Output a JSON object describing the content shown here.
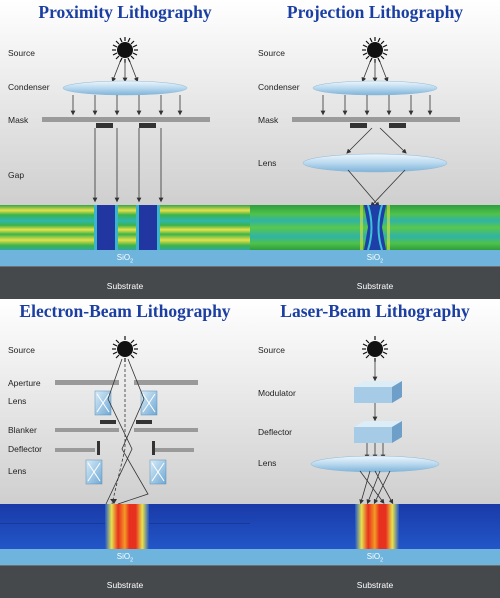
{
  "panels": {
    "proximity": {
      "title": "Proximity Lithography",
      "labels": {
        "source": "Source",
        "condenser": "Condenser",
        "mask": "Mask",
        "gap": "Gap"
      },
      "sio2": "SiO",
      "sio2_sub": "2",
      "substrate": "Substrate"
    },
    "projection": {
      "title": "Projection Lithography",
      "labels": {
        "source": "Source",
        "condenser": "Condenser",
        "mask": "Mask",
        "lens": "Lens"
      },
      "sio2": "SiO",
      "sio2_sub": "2",
      "substrate": "Substrate"
    },
    "electron": {
      "title": "Electron-Beam Lithography",
      "labels": {
        "source": "Source",
        "aperture": "Aperture",
        "lens1": "Lens",
        "blanker": "Blanker",
        "deflector": "Deflector",
        "lens2": "Lens"
      },
      "sio2": "SiO",
      "sio2_sub": "2",
      "substrate": "Substrate"
    },
    "laser": {
      "title": "Laser-Beam Lithography",
      "labels": {
        "source": "Source",
        "modulator": "Modulator",
        "deflector": "Deflector",
        "lens": "Lens"
      },
      "sio2": "SiO",
      "sio2_sub": "2",
      "substrate": "Substrate"
    }
  },
  "colors": {
    "title": "#1b3ea3",
    "background_top": "#ffffff",
    "background_bottom": "#c9c9c9",
    "sio2": "#6fb4dc",
    "substrate": "#46494c",
    "resist_green": "#3cb44a",
    "resist_yellow": "#e8e24a",
    "resist_blue": "#1f4fbf",
    "exposure_red": "#e8301e",
    "mask": "#9a9a9a",
    "mask_dark": "#333333"
  },
  "icons": {
    "source": "sun-burst-icon",
    "lens": "lens-ellipse-icon"
  }
}
